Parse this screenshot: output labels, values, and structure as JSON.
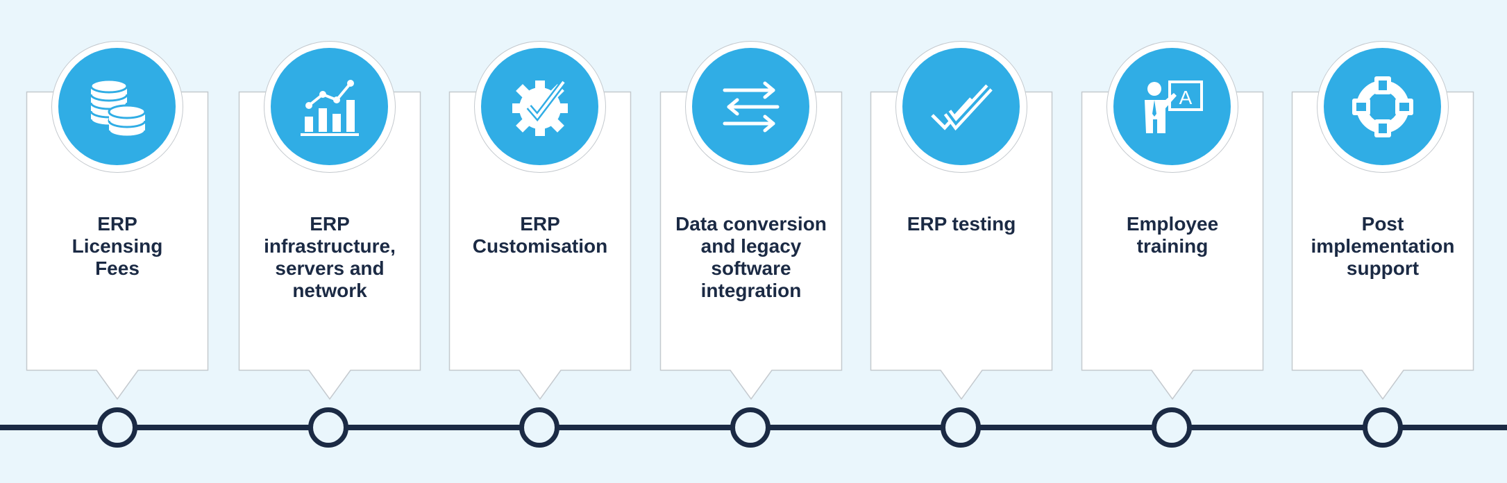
{
  "steps": [
    {
      "label": "ERP\nLicensing\nFees",
      "icon": "coins-icon"
    },
    {
      "label": "ERP\ninfrastructure,\nservers and\nnetwork",
      "icon": "bar-chart-trend-icon"
    },
    {
      "label": "ERP\nCustomisation",
      "icon": "gear-check-icon"
    },
    {
      "label": "Data conversion\nand legacy\nsoftware\nintegration",
      "icon": "transfer-arrows-icon"
    },
    {
      "label": "ERP testing",
      "icon": "double-check-icon"
    },
    {
      "label": "Employee\ntraining",
      "icon": "presenter-board-icon"
    },
    {
      "label": "Post\nimplementation\nsupport",
      "icon": "lifebuoy-icon"
    }
  ],
  "colors": {
    "background": "#eaf6fc",
    "icon_circle": "#30ade5",
    "text": "#1b2a44",
    "timeline": "#1b2a44",
    "card_border": "#c4c9ce"
  }
}
